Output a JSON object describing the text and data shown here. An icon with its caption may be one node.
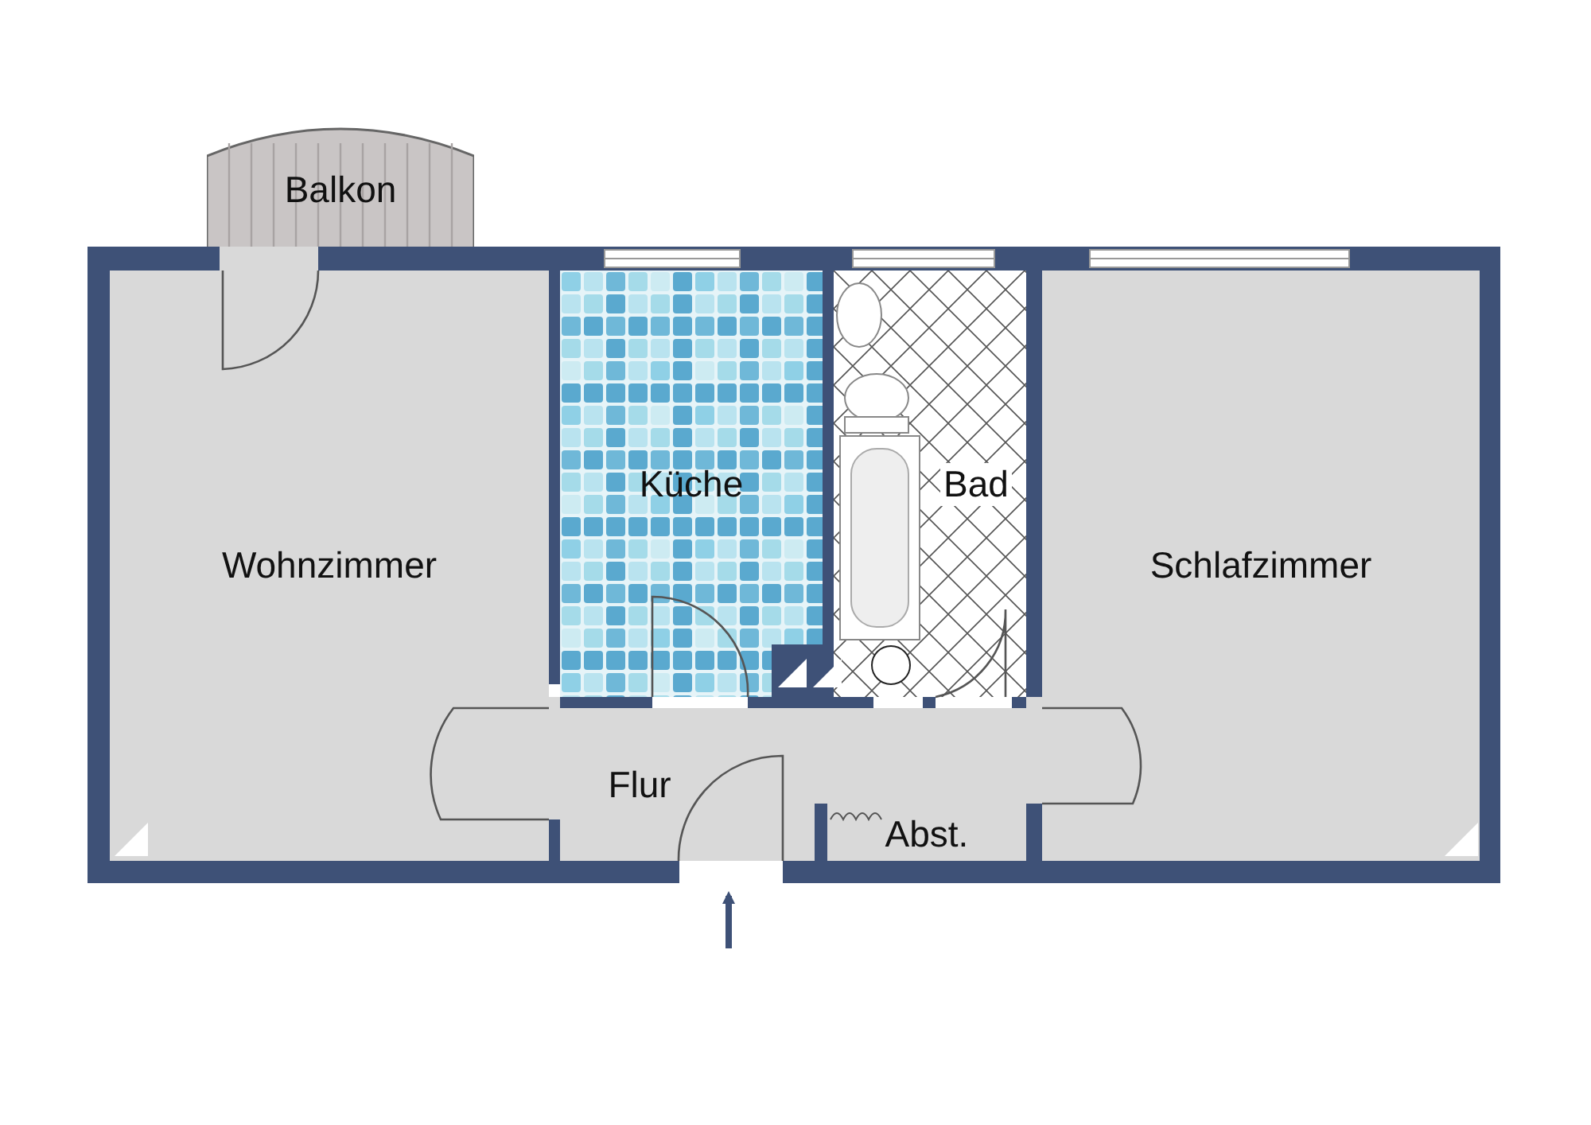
{
  "diagram": {
    "nodes": [
      {
        "text": [
          "Balkon"
        ]
      },
      {
        "text": [
          "Wohnzimmer"
        ]
      },
      {
        "text": [
          "Küche"
        ]
      },
      {
        "text": [
          "Bad"
        ]
      },
      {
        "text": [
          "Schlafzimmer"
        ]
      },
      {
        "text": [
          "Flur"
        ]
      },
      {
        "text": [
          "Abst."
        ]
      }
    ],
    "edges": [
      {
        "from": null,
        "to": 5,
        "arrow": "to"
      }
    ]
  }
}
